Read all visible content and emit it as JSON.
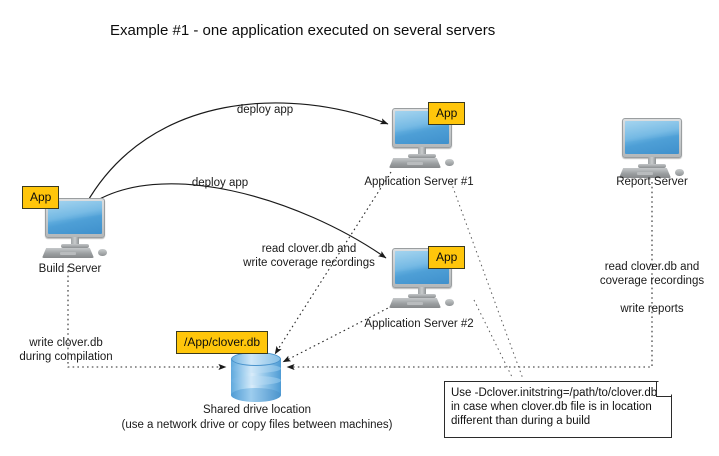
{
  "title": "Example #1 - one application executed on several servers",
  "nodes": {
    "build_server": {
      "label": "Build Server",
      "badge": "App"
    },
    "app_server_1": {
      "label": "Application Server #1",
      "badge": "App"
    },
    "app_server_2": {
      "label": "Application Server #2",
      "badge": "App"
    },
    "report_server": {
      "label": "Report Server"
    },
    "database": {
      "badge": "/App/clover.db",
      "caption_line1": "Shared drive location",
      "caption_line2": "(use a network drive or copy files between machines)"
    }
  },
  "edges": {
    "deploy_top": "deploy app",
    "deploy_bottom": "deploy app",
    "build_write_line1": "write clover.db",
    "build_write_line2": "during compilation",
    "appserver_line1": "read clover.db and",
    "appserver_line2": "write coverage recordings",
    "report_read_line1": "read clover.db and",
    "report_read_line2": "coverage recordings",
    "report_write": "write reports"
  },
  "note": {
    "line1": "Use -Dclover.initstring=/path/to/clover.db",
    "line2": "in case when clover.db file is in location",
    "line3": "different than during a build"
  },
  "colors": {
    "badge_fill": "#ffc60b",
    "badge_border": "#3a3a1e",
    "screen_blue": "#4e9fd6",
    "db_blue": "#8dc3e8",
    "line": "#1a1a1a"
  }
}
